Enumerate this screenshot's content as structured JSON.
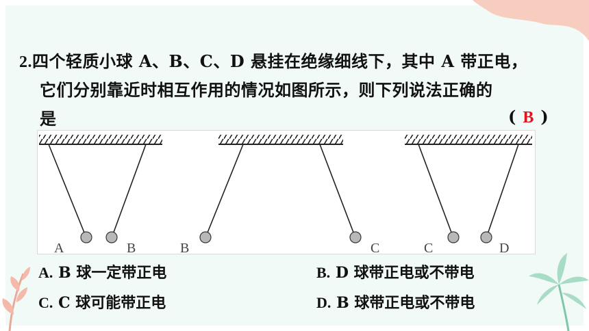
{
  "question": {
    "number": "2.",
    "line1": "四个轻质小球 A、B、C、D 悬挂在绝缘细线下，其中 A 带正电，",
    "line2": "它们分别靠近时相互作用的情况如图所示，则下列说法正确的",
    "line3": "是",
    "answer_open": "(",
    "answer": "B",
    "answer_close": ")"
  },
  "figure": {
    "ball_labels": [
      "A",
      "B",
      "B",
      "C",
      "C",
      "D"
    ]
  },
  "options": [
    {
      "key": "A.",
      "text": "B 球一定带正电"
    },
    {
      "key": "B.",
      "text": "D 球带正电或不带电"
    },
    {
      "key": "C.",
      "text": "C 球可能带正电"
    },
    {
      "key": "D.",
      "text": "B 球带正电或不带电"
    }
  ],
  "colors": {
    "background": "#f2faf7",
    "answer": "#e0141e",
    "ball": "#b8b8b8",
    "decoration_pink": "#f7cdbf",
    "decoration_green": "#a8dcc5"
  }
}
